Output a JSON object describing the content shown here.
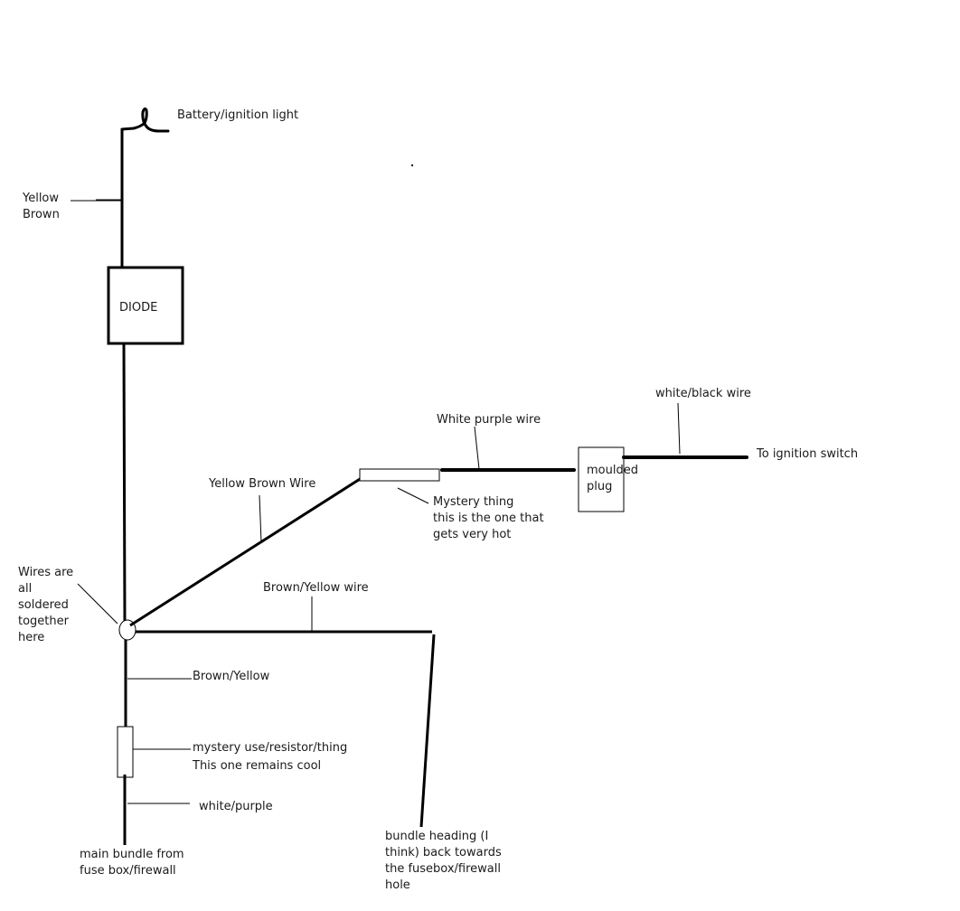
{
  "diagram": {
    "title": "Ignition light wiring",
    "labels": {
      "battery_light": "Battery/ignition light",
      "yellow_brown_top": [
        "Yellow",
        "Brown"
      ],
      "diode": "DIODE",
      "white_black_wire": "white/black wire",
      "to_ignition_switch": "To ignition switch",
      "white_purple_wire": "White purple wire",
      "moulded_plug": [
        "moulded",
        "plug"
      ],
      "yellow_brown_wire": "Yellow Brown Wire",
      "mystery_thing": [
        "Mystery thing",
        "this is the one that",
        "gets very hot"
      ],
      "solder_joint": [
        "Wires are",
        "all",
        "soldered",
        "together",
        "here"
      ],
      "brown_yellow_wire": "Brown/Yellow wire",
      "brown_yellow": "Brown/Yellow",
      "mystery_resistor": [
        "mystery use/resistor/thing",
        "This one remains cool"
      ],
      "white_purple": "white/purple",
      "main_bundle": [
        "main bundle from",
        "fuse box/firewall"
      ],
      "bundle_heading": [
        "bundle heading (I",
        "think) back towards",
        "the fusebox/firewall",
        "hole"
      ]
    },
    "colors": {
      "wire": "#000000",
      "background": "#ffffff",
      "text": "#1a1a1a"
    }
  }
}
